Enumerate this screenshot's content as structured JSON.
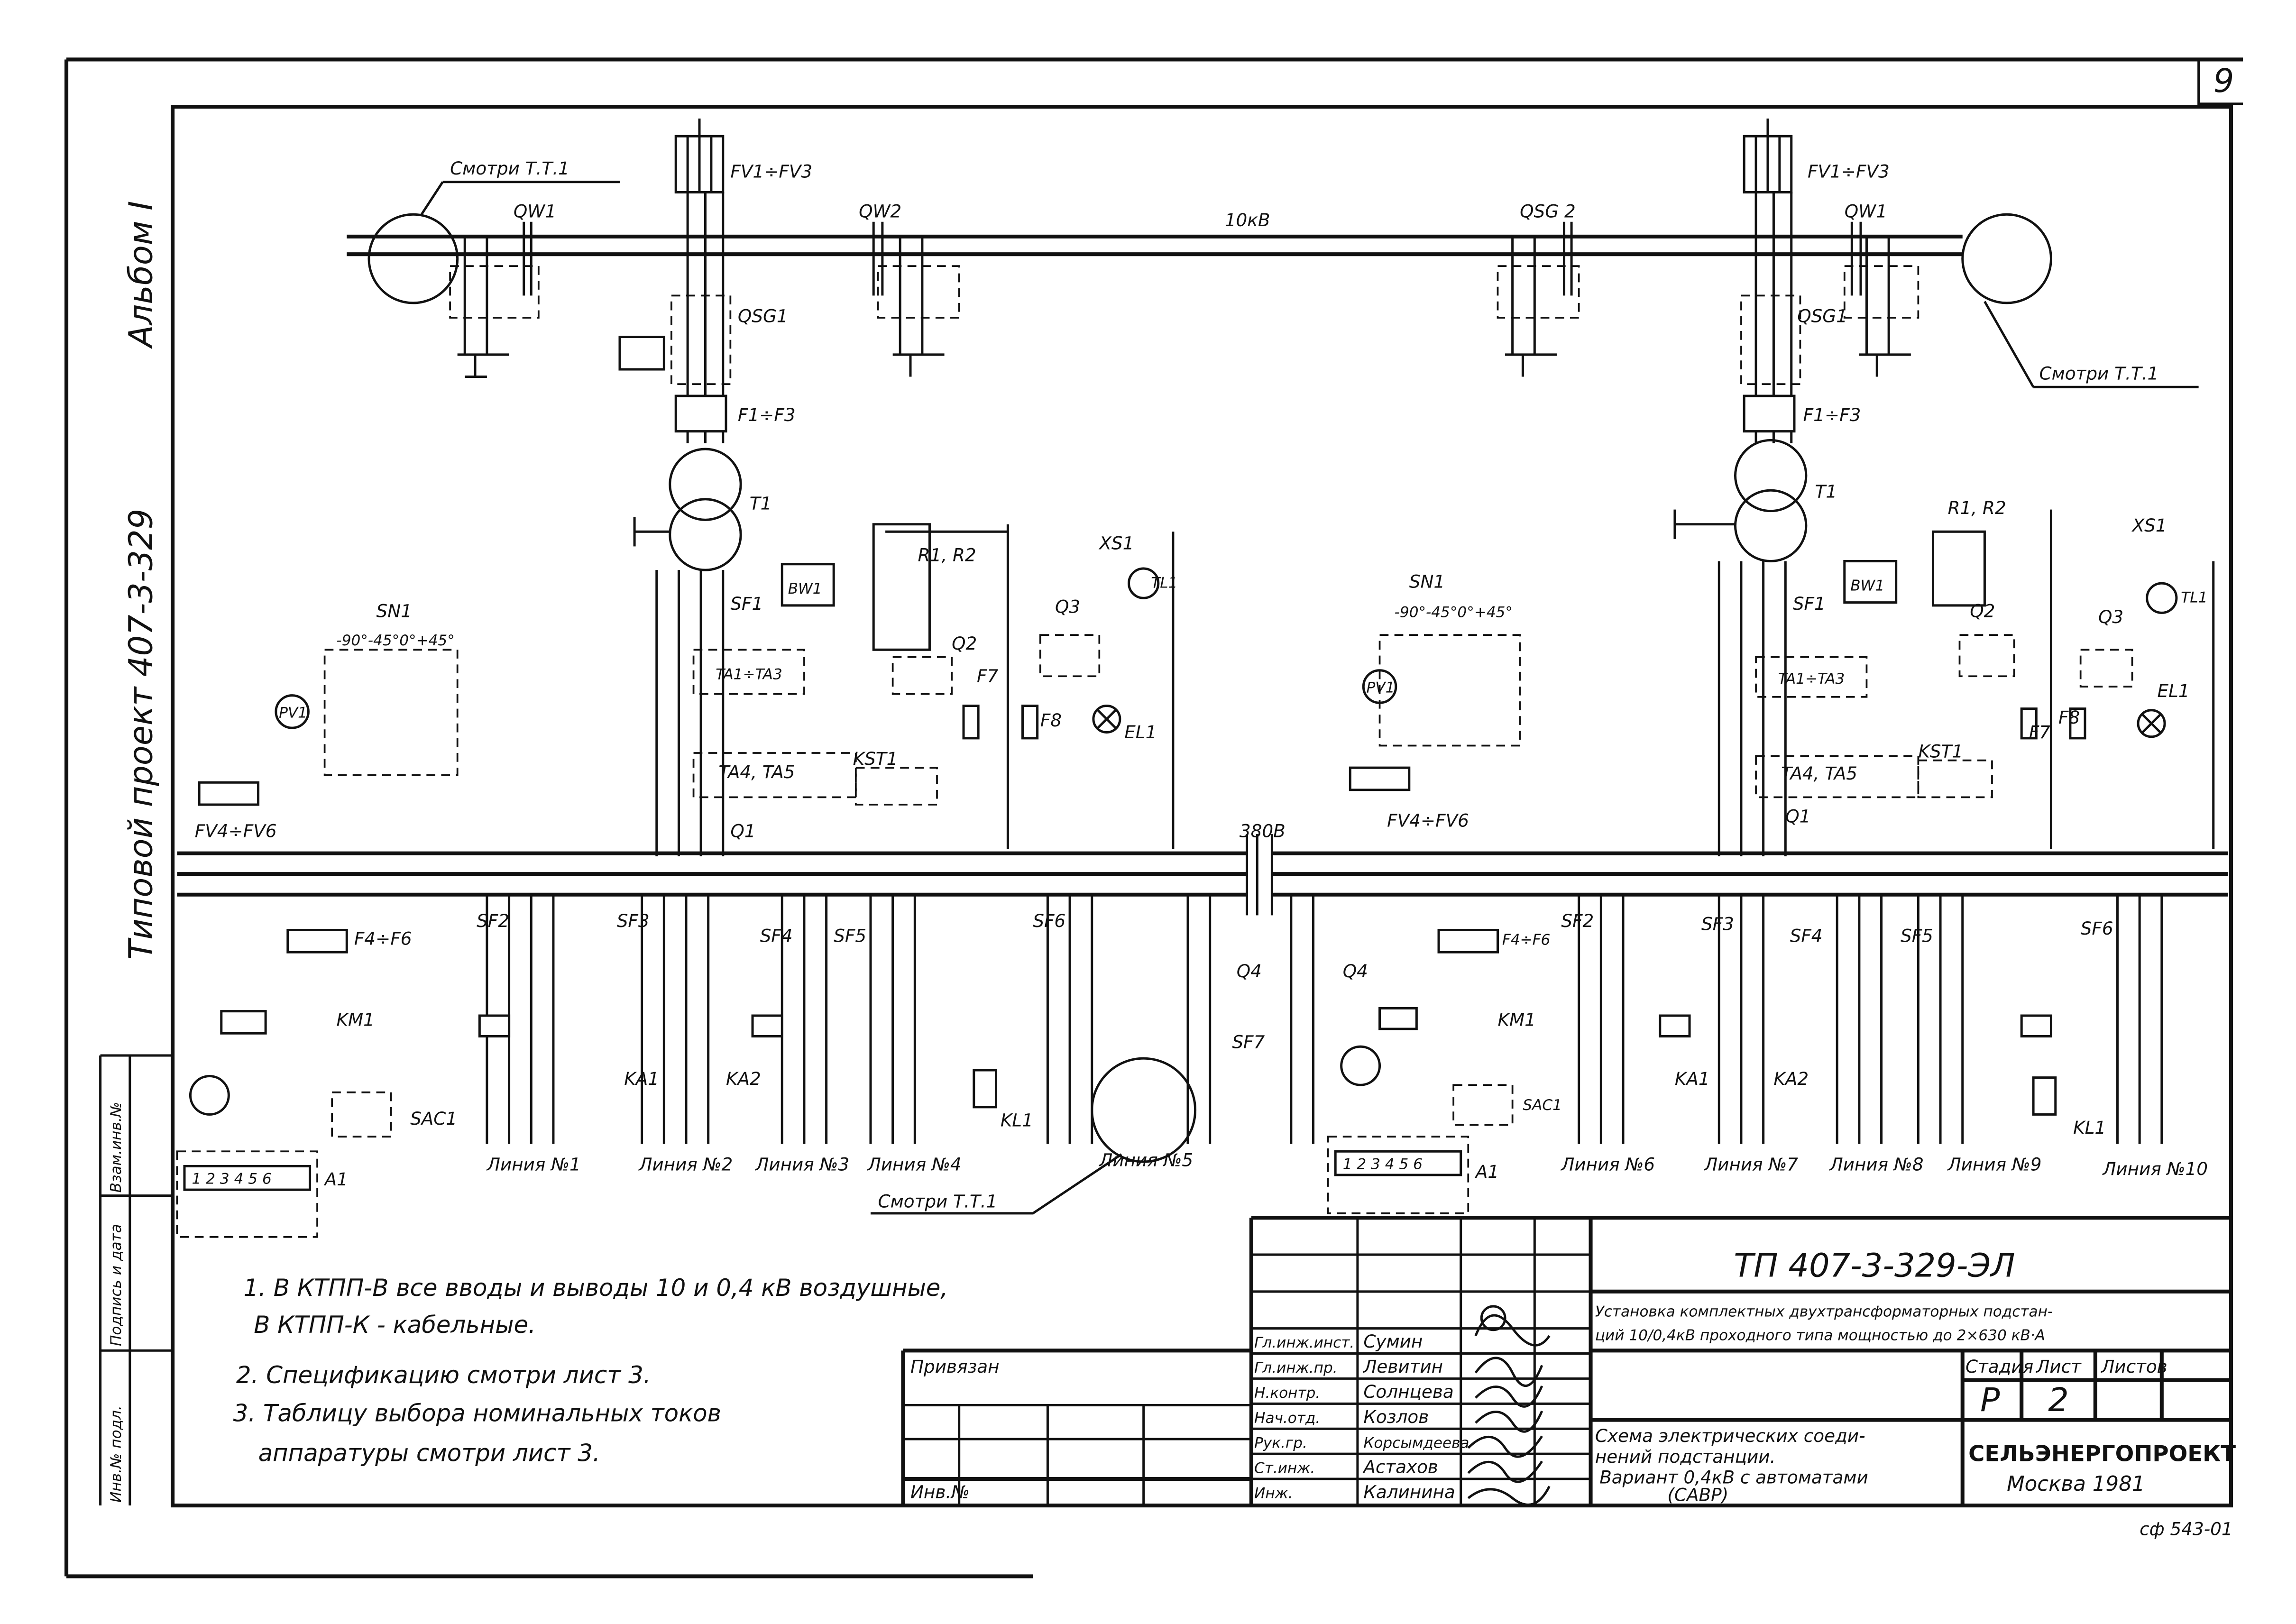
{
  "sheet_corner_number": "9",
  "side": {
    "album": "Альбом I",
    "project": "Типовой проект 407-3-329",
    "stamp_inv_podl": "Инв.№ подл.",
    "stamp_sign_date": "Подпись и дата",
    "stamp_vzam": "Взам.инв.№"
  },
  "labels": {
    "see_tt1": "Смотри Т.Т.1",
    "qw1": "QW1",
    "qw2": "QW2",
    "qsg2": "QSG 2",
    "fv1_fv3": "FV1÷FV3",
    "kv10": "10кВ",
    "qsg1": "QSG1",
    "f1_f3": "F1÷F3",
    "t1": "T1",
    "sn1": "SN1",
    "sn1_scale": "-90°-45°0°+45°",
    "pv1": "PV1",
    "bw1": "BW1",
    "sf1": "SF1",
    "ta1_ta3": "TA1÷TA3",
    "ta4_ta5": "TA4, TA5",
    "r1r2": "R1, R2",
    "q2": "Q2",
    "q3": "Q3",
    "xs1": "XS1",
    "tl1": "TL1",
    "el1": "EL1",
    "f7": "F7",
    "f8": "F8",
    "kst1": "KST1",
    "q1": "Q1",
    "fv4_fv6": "FV4÷FV6",
    "v380": "380В",
    "f4_f6": "F4÷F6",
    "sf2": "SF2",
    "sf3": "SF3",
    "sf4": "SF4",
    "sf5": "SF5",
    "sf6": "SF6",
    "sf7": "SF7",
    "q4": "Q4",
    "km1": "KM1",
    "ka1": "KA1",
    "ka2": "KA2",
    "kl1": "KL1",
    "sac1": "SAC1",
    "a1": "A1",
    "a1_terminals": "1 2 3 4 5 6"
  },
  "lines": [
    "Линия №1",
    "Линия №2",
    "Линия №3",
    "Линия №4",
    "Линия №5",
    "Линия №6",
    "Линия №7",
    "Линия №8",
    "Линия №9",
    "Линия №10"
  ],
  "notes": [
    "1. В КТПП-В все вводы и выводы 10 и 0,4 кВ воздушные,",
    "В КТПП-К - кабельные.",
    "2. Спецификацию смотри лист 3.",
    "3. Таблицу выбора номинальных токов",
    "аппаратуры смотри лист 3."
  ],
  "title_block": {
    "code": "ТП 407-3-329-ЭЛ",
    "description_1": "Установка комплектных двухтрансформаторных подстан-",
    "description_2": "ций 10/0,4кВ проходного типа мощностью до 2×630 кВ·А",
    "drawing_title_1": "Схема электрических соеди-",
    "drawing_title_2": "нений подстанции.",
    "drawing_title_3": "Вариант 0,4кВ с автоматами",
    "drawing_title_4": "(САВР)",
    "stage_label": "Стадия",
    "sheet_label": "Лист",
    "sheets_label": "Листов",
    "stage": "Р",
    "sheet": "2",
    "org": "СЕЛЬЭНЕРГОПРОЕКТ",
    "city_year": "Москва 1981",
    "privyazan": "Привязан",
    "inv_no": "Инв.№",
    "archive_no": "сф 543-01",
    "staff": [
      {
        "role": "Гл.инж.инст.",
        "name": "Сумин"
      },
      {
        "role": "Гл.инж.пр.",
        "name": "Левитин"
      },
      {
        "role": "Н.контр.",
        "name": "Солнцева"
      },
      {
        "role": "Нач.отд.",
        "name": "Козлов"
      },
      {
        "role": "Рук.гр.",
        "name": "Корсымдеева"
      },
      {
        "role": "Ст.инж.",
        "name": "Астахов"
      },
      {
        "role": "Инж.",
        "name": "Калинина"
      }
    ]
  }
}
